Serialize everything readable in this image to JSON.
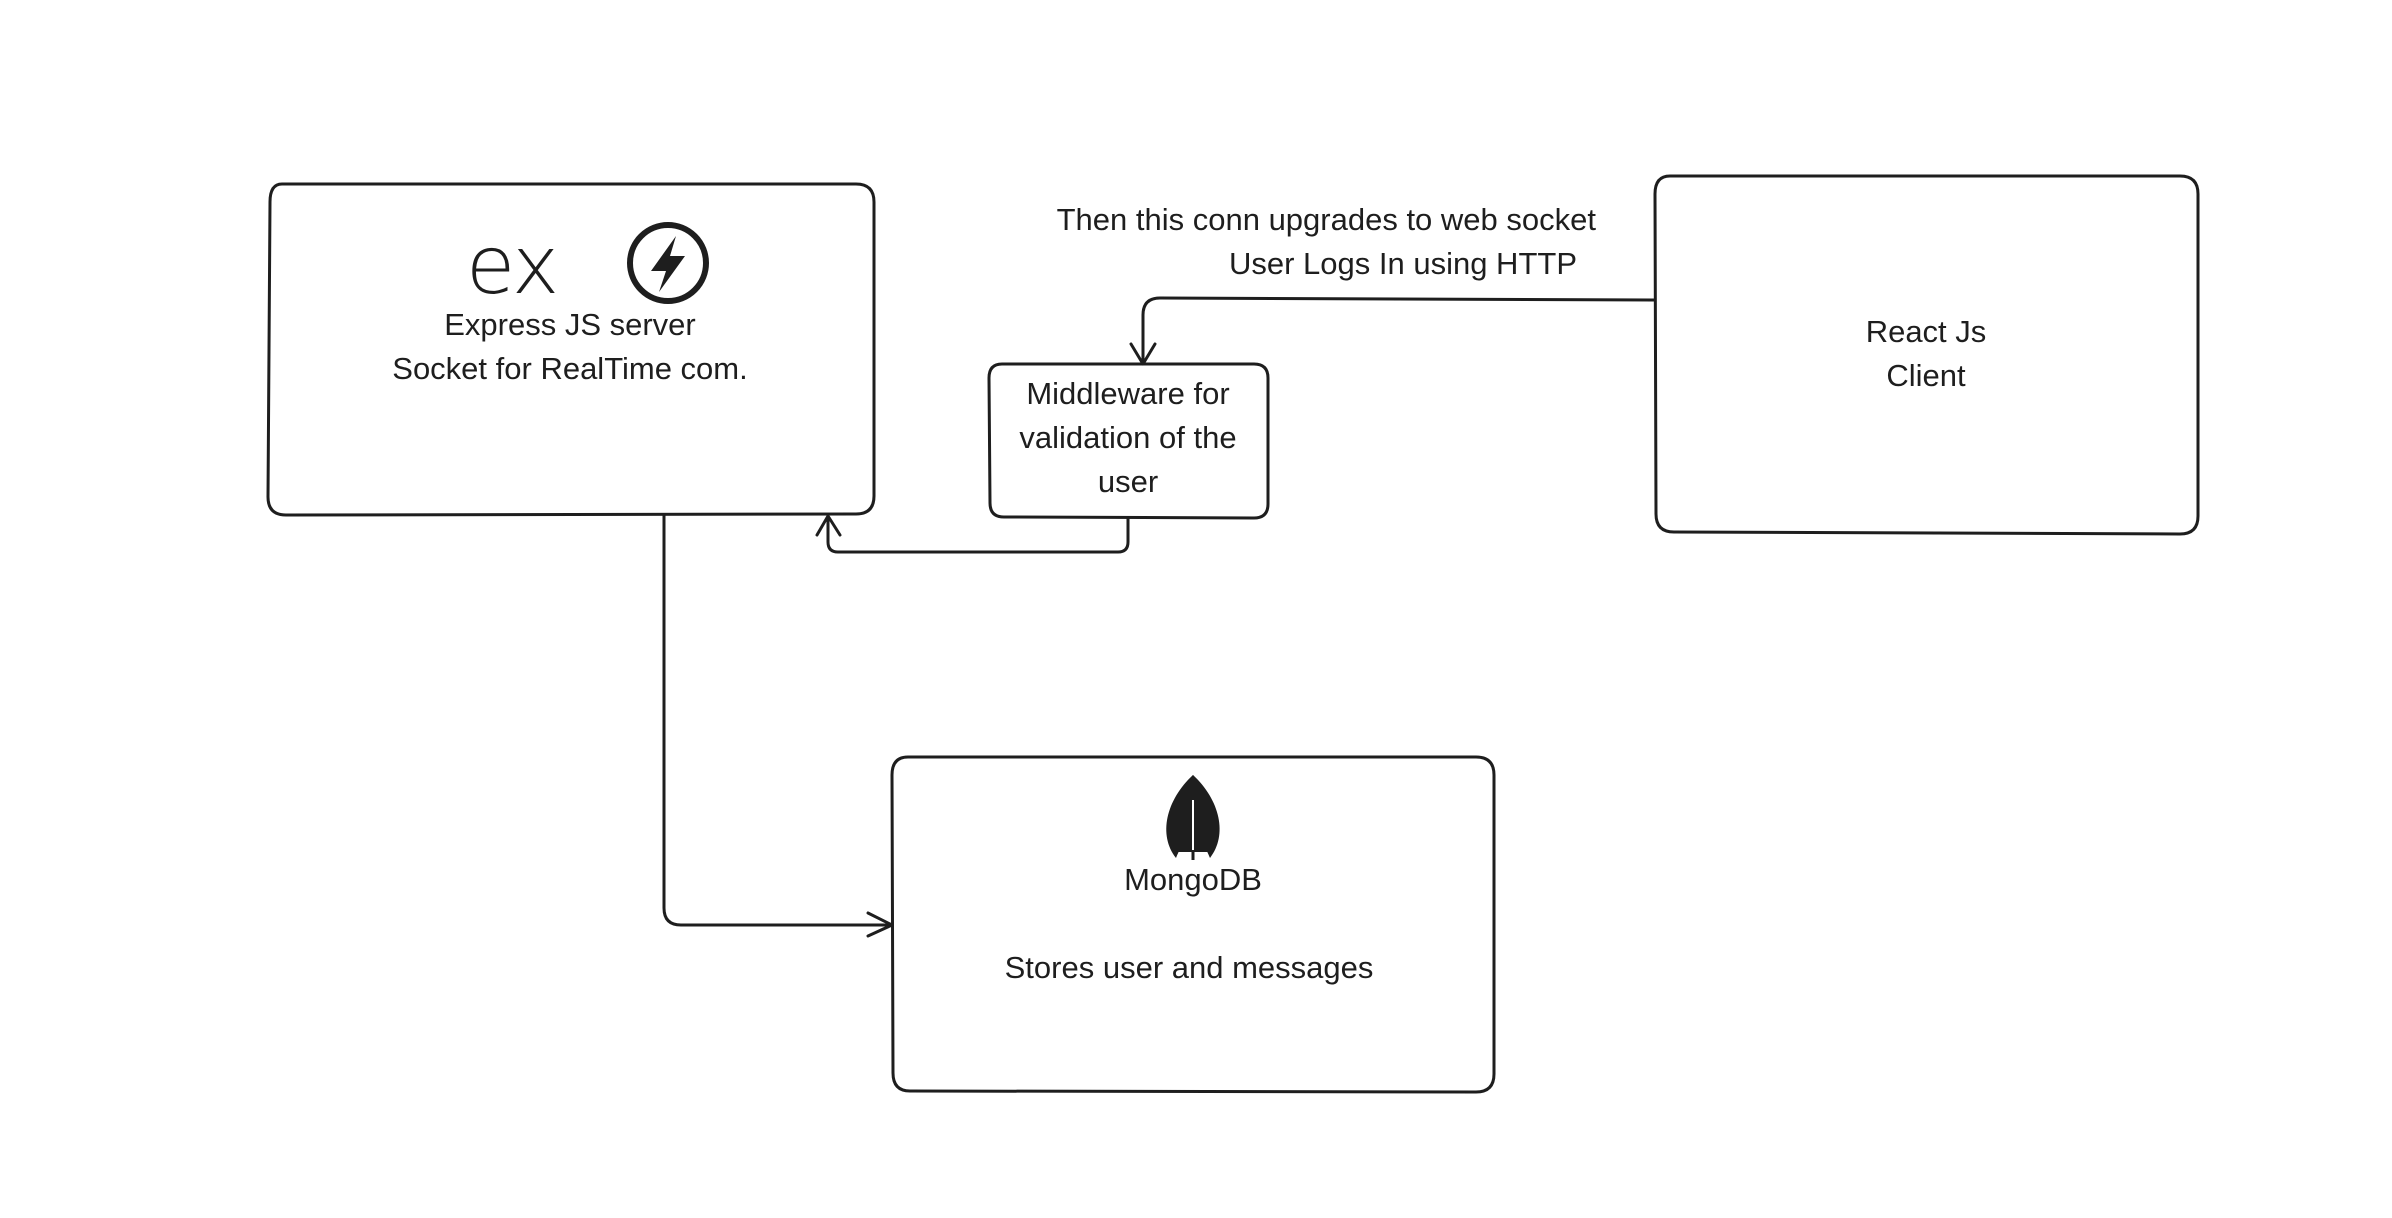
{
  "nodes": {
    "express": {
      "logo_text": "ex",
      "icons": [
        "express-logo",
        "socketio-icon"
      ],
      "lines": [
        "Express JS server",
        "Socket for RealTime com."
      ]
    },
    "middleware": {
      "lines": [
        "Middleware for",
        "validation of the",
        "user"
      ]
    },
    "react": {
      "lines": [
        "React Js",
        "Client"
      ]
    },
    "mongodb": {
      "icons": [
        "mongodb-leaf-icon"
      ],
      "lines": [
        "MongoDB",
        "",
        "Stores user and messages"
      ]
    }
  },
  "edges": {
    "react_to_middleware": {
      "labels": [
        "Then this conn upgrades to web socket",
        "User Logs In using HTTP"
      ]
    },
    "middleware_to_express": {},
    "express_to_mongodb": {}
  },
  "colors": {
    "stroke": "#1e1e1e",
    "background": "#ffffff"
  }
}
